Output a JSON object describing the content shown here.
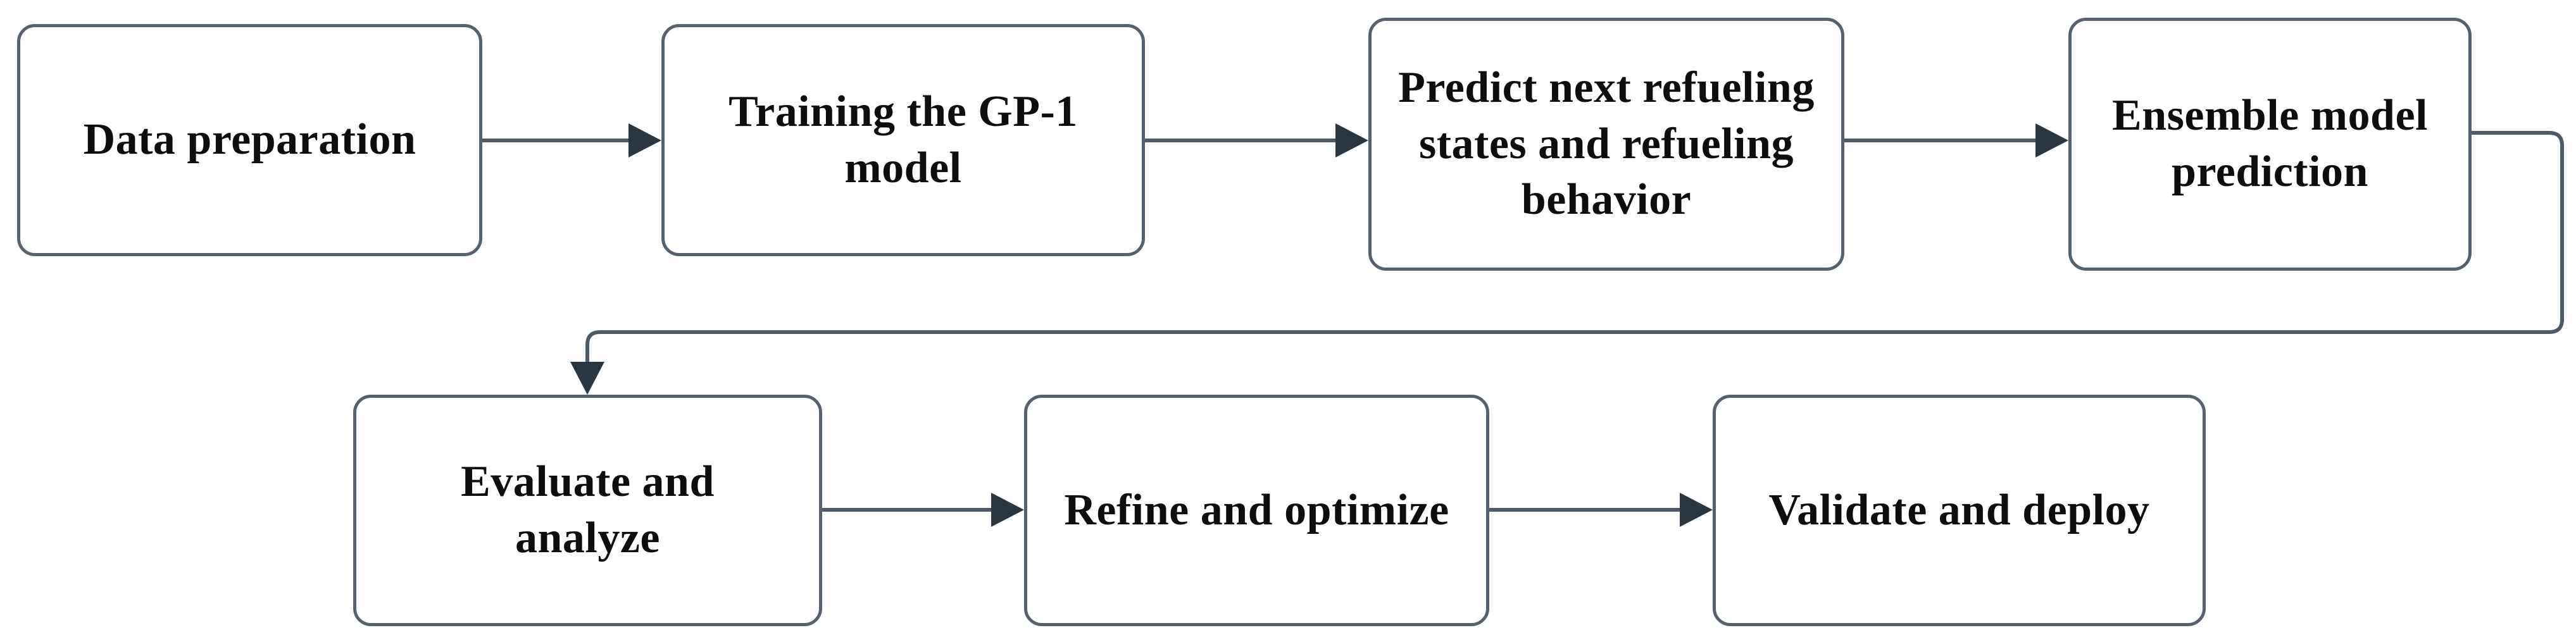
{
  "diagram": {
    "type": "flowchart",
    "nodes": [
      {
        "id": "data-preparation",
        "label": "Data preparation"
      },
      {
        "id": "training-gp1-model",
        "label": "Training the GP-1\nmodel"
      },
      {
        "id": "predict-refueling",
        "label": "Predict next refueling\nstates and refueling\nbehavior"
      },
      {
        "id": "ensemble-prediction",
        "label": "Ensemble model\nprediction"
      },
      {
        "id": "evaluate-analyze",
        "label": "Evaluate and\nanalyze"
      },
      {
        "id": "refine-optimize",
        "label": "Refine and optimize"
      },
      {
        "id": "validate-deploy",
        "label": "Validate and deploy"
      }
    ],
    "edges": [
      {
        "from": "data-preparation",
        "to": "training-gp1-model",
        "style": "straight-right-arrow"
      },
      {
        "from": "training-gp1-model",
        "to": "predict-refueling",
        "style": "straight-right-arrow"
      },
      {
        "from": "predict-refueling",
        "to": "ensemble-prediction",
        "style": "straight-right-arrow"
      },
      {
        "from": "ensemble-prediction",
        "to": "evaluate-analyze",
        "style": "wrap-around-down-arrow"
      },
      {
        "from": "evaluate-analyze",
        "to": "refine-optimize",
        "style": "straight-right-arrow"
      },
      {
        "from": "refine-optimize",
        "to": "validate-deploy",
        "style": "straight-right-arrow"
      }
    ],
    "colors": {
      "background": "#ffffff",
      "box_border": "#57616e",
      "arrow_line": "#4f5a67",
      "arrow_head": "#2b3643",
      "text": "#0e0e0e"
    }
  }
}
